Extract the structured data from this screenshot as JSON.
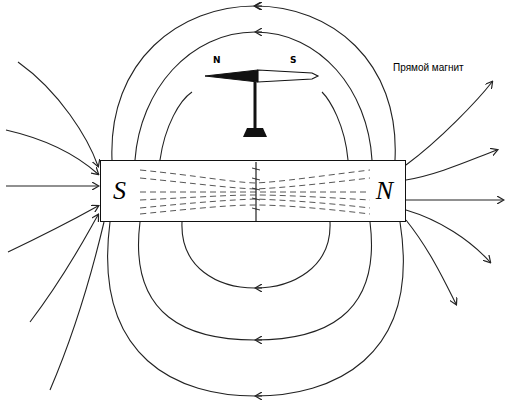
{
  "diagram": {
    "nodes": [
      {
        "text": [
          "S",
          "N"
        ]
      }
    ],
    "labels": [
      "N",
      "S",
      "Прямой магнит"
    ]
  }
}
